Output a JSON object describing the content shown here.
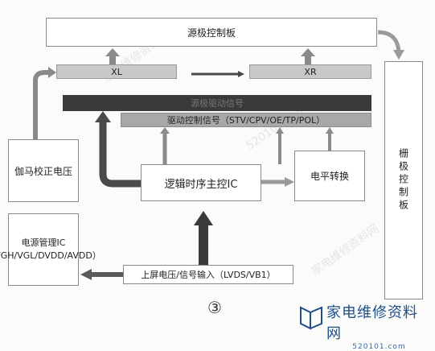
{
  "blocks": {
    "source_board": "源极控制板",
    "xl": "XL",
    "xr": "XR",
    "dark_bar": "源极驱动信号",
    "drive_signal": "驱动控制信号（STV/CPV/OE/TP/POL）",
    "gamma": "伽马校正电压",
    "tcon": "逻辑时序主控IC",
    "level_shift": "电平转换",
    "gate_board": "栅极控制板",
    "power_mgmt": "电源管理IC（VGH/VGL/DVDD/AVDD）",
    "input": "上屏电压/信号输入（LVDS/VB1）"
  },
  "figure_number": "③",
  "logo": {
    "title": "家电维修资料网",
    "url": "520101.com"
  },
  "colors": {
    "dark_bar": "#3a3a3a",
    "mid_bar": "#9a9a9a",
    "light_bar": "#c8c8c8",
    "arrow_dark": "#4a4a4a",
    "arrow_mid": "#8a8a8a",
    "logo_blue": "#1d4f8c"
  }
}
